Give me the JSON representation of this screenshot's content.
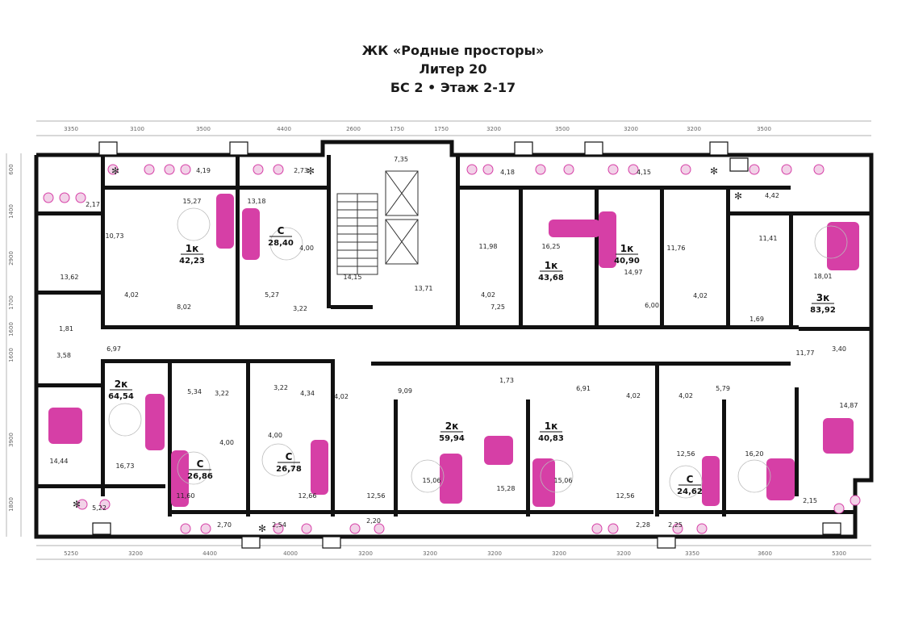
{
  "header": {
    "line1": "ЖК «Родные просторы»",
    "line2": "Литер 20",
    "line3": "БС 2 • Этаж 2-17"
  },
  "colors": {
    "wall": "#111111",
    "furniture": "#d63fa6",
    "furniture_light": "#f2d2e8",
    "line": "#888888"
  },
  "dimensions_top": [
    "3350",
    "3100",
    "3500",
    "4400",
    "2600",
    "1750",
    "1750",
    "3200",
    "3500",
    "3200",
    "3200",
    "3500"
  ],
  "dimensions_bottom": [
    "5250",
    "3200",
    "4400",
    "4000",
    "3200",
    "3200",
    "3200",
    "3200",
    "3200",
    "3350",
    "3600",
    "5300"
  ],
  "dimensions_left": [
    "600",
    "1400",
    "2900",
    "1700",
    "1600",
    "1600",
    "3900",
    "1800"
  ],
  "apartments": [
    {
      "type": "1к",
      "total": "42,23"
    },
    {
      "type": "С",
      "total": "28,40"
    },
    {
      "type": "1к",
      "total": "43,68"
    },
    {
      "type": "1к",
      "total": "40,90"
    },
    {
      "type": "3к",
      "total": "83,92"
    },
    {
      "type": "2к",
      "total": "64,54"
    },
    {
      "type": "С",
      "total": "26,86"
    },
    {
      "type": "С",
      "total": "26,78"
    },
    {
      "type": "2к",
      "total": "59,94"
    },
    {
      "type": "1к",
      "total": "40,83"
    },
    {
      "type": "С",
      "total": "24,62"
    }
  ],
  "room_areas": [
    "4,19",
    "2,73",
    "7,35",
    "4,18",
    "4,15",
    "4,42",
    "2,17",
    "15,27",
    "13,18",
    "10,73",
    "13,62",
    "4,00",
    "14,15",
    "11,98",
    "16,25",
    "14,97",
    "11,76",
    "11,41",
    "18,01",
    "4,02",
    "8,02",
    "5,27",
    "3,22",
    "13,71",
    "7,25",
    "4,02",
    "6,00",
    "4,02",
    "1,81",
    "1,69",
    "6,97",
    "3,58",
    "11,77",
    "3,40",
    "5,34",
    "3,22",
    "3,22",
    "4,34",
    "9,09",
    "1,73",
    "6,91",
    "5,79",
    "4,02",
    "4,02",
    "4,02",
    "14,87",
    "4,00",
    "4,00",
    "14,44",
    "16,73",
    "11,60",
    "12,66",
    "12,56",
    "15,06",
    "15,28",
    "15,06",
    "12,56",
    "12,56",
    "16,20",
    "5,22",
    "2,70",
    "2,54",
    "2,20",
    "2,28",
    "2,25",
    "2,15"
  ]
}
